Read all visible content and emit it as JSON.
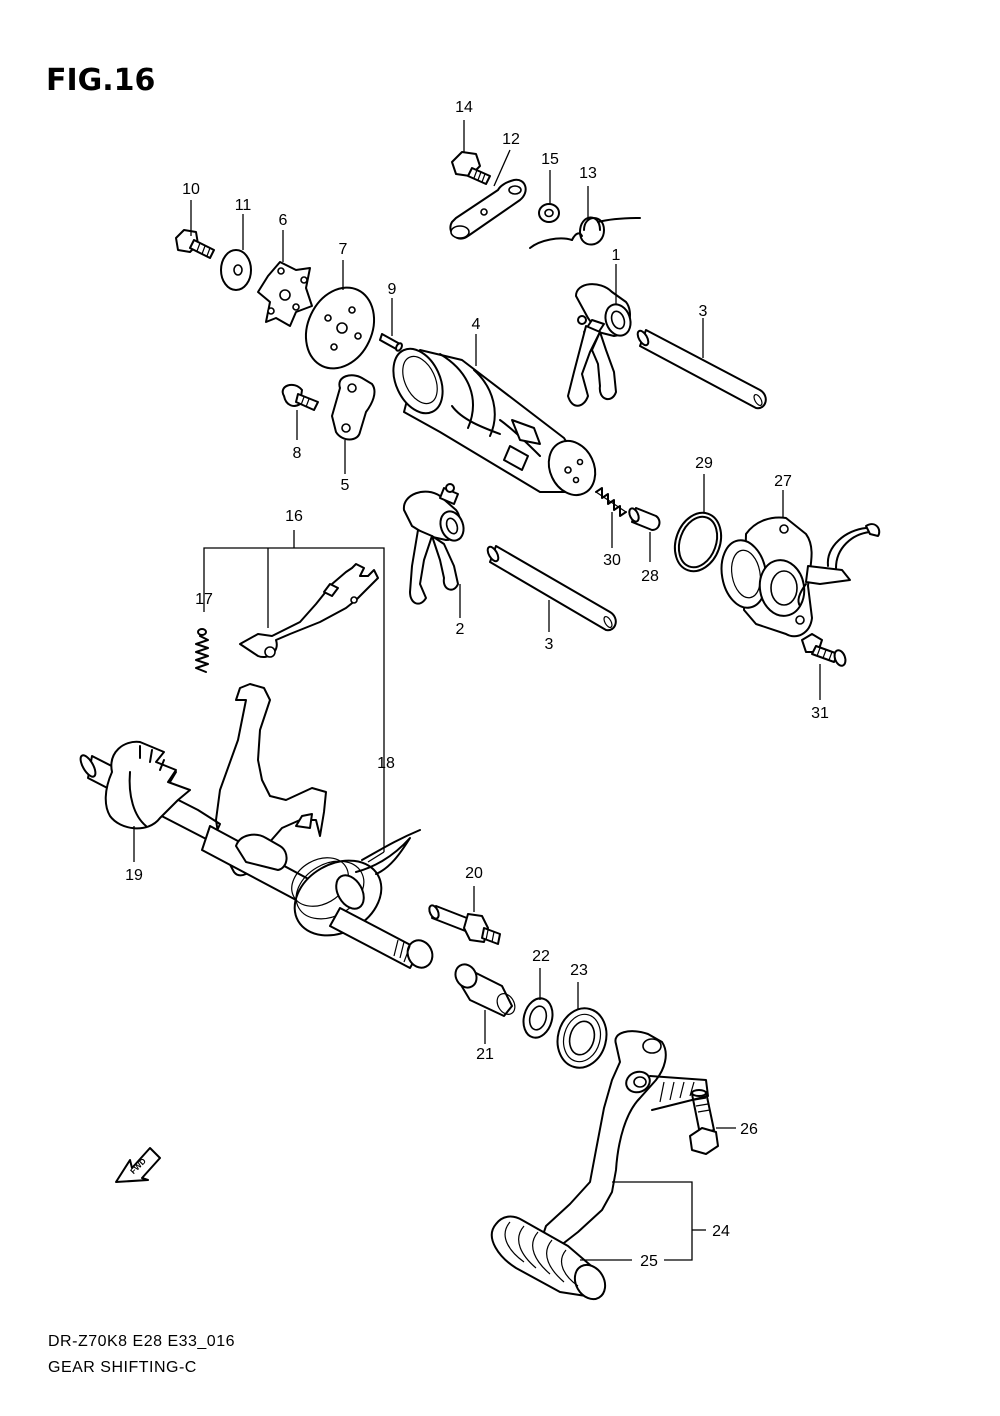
{
  "figure": {
    "title": "FIG.16",
    "model_code": "DR-Z70K8 E28 E33_016",
    "section_title": "GEAR SHIFTING-C",
    "fwd_label": "FWD"
  },
  "callouts": {
    "c1": "1",
    "c2": "2",
    "c3a": "3",
    "c3b": "3",
    "c4": "4",
    "c5": "5",
    "c6": "6",
    "c7": "7",
    "c8": "8",
    "c9": "9",
    "c10": "10",
    "c11": "11",
    "c12": "12",
    "c13": "13",
    "c14": "14",
    "c15": "15",
    "c16": "16",
    "c17": "17",
    "c18": "18",
    "c19": "19",
    "c20": "20",
    "c21": "21",
    "c22": "22",
    "c23": "23",
    "c24": "24",
    "c25": "25",
    "c26": "26",
    "c27": "27",
    "c28": "28",
    "c29": "29",
    "c30": "30",
    "c31": "31"
  }
}
